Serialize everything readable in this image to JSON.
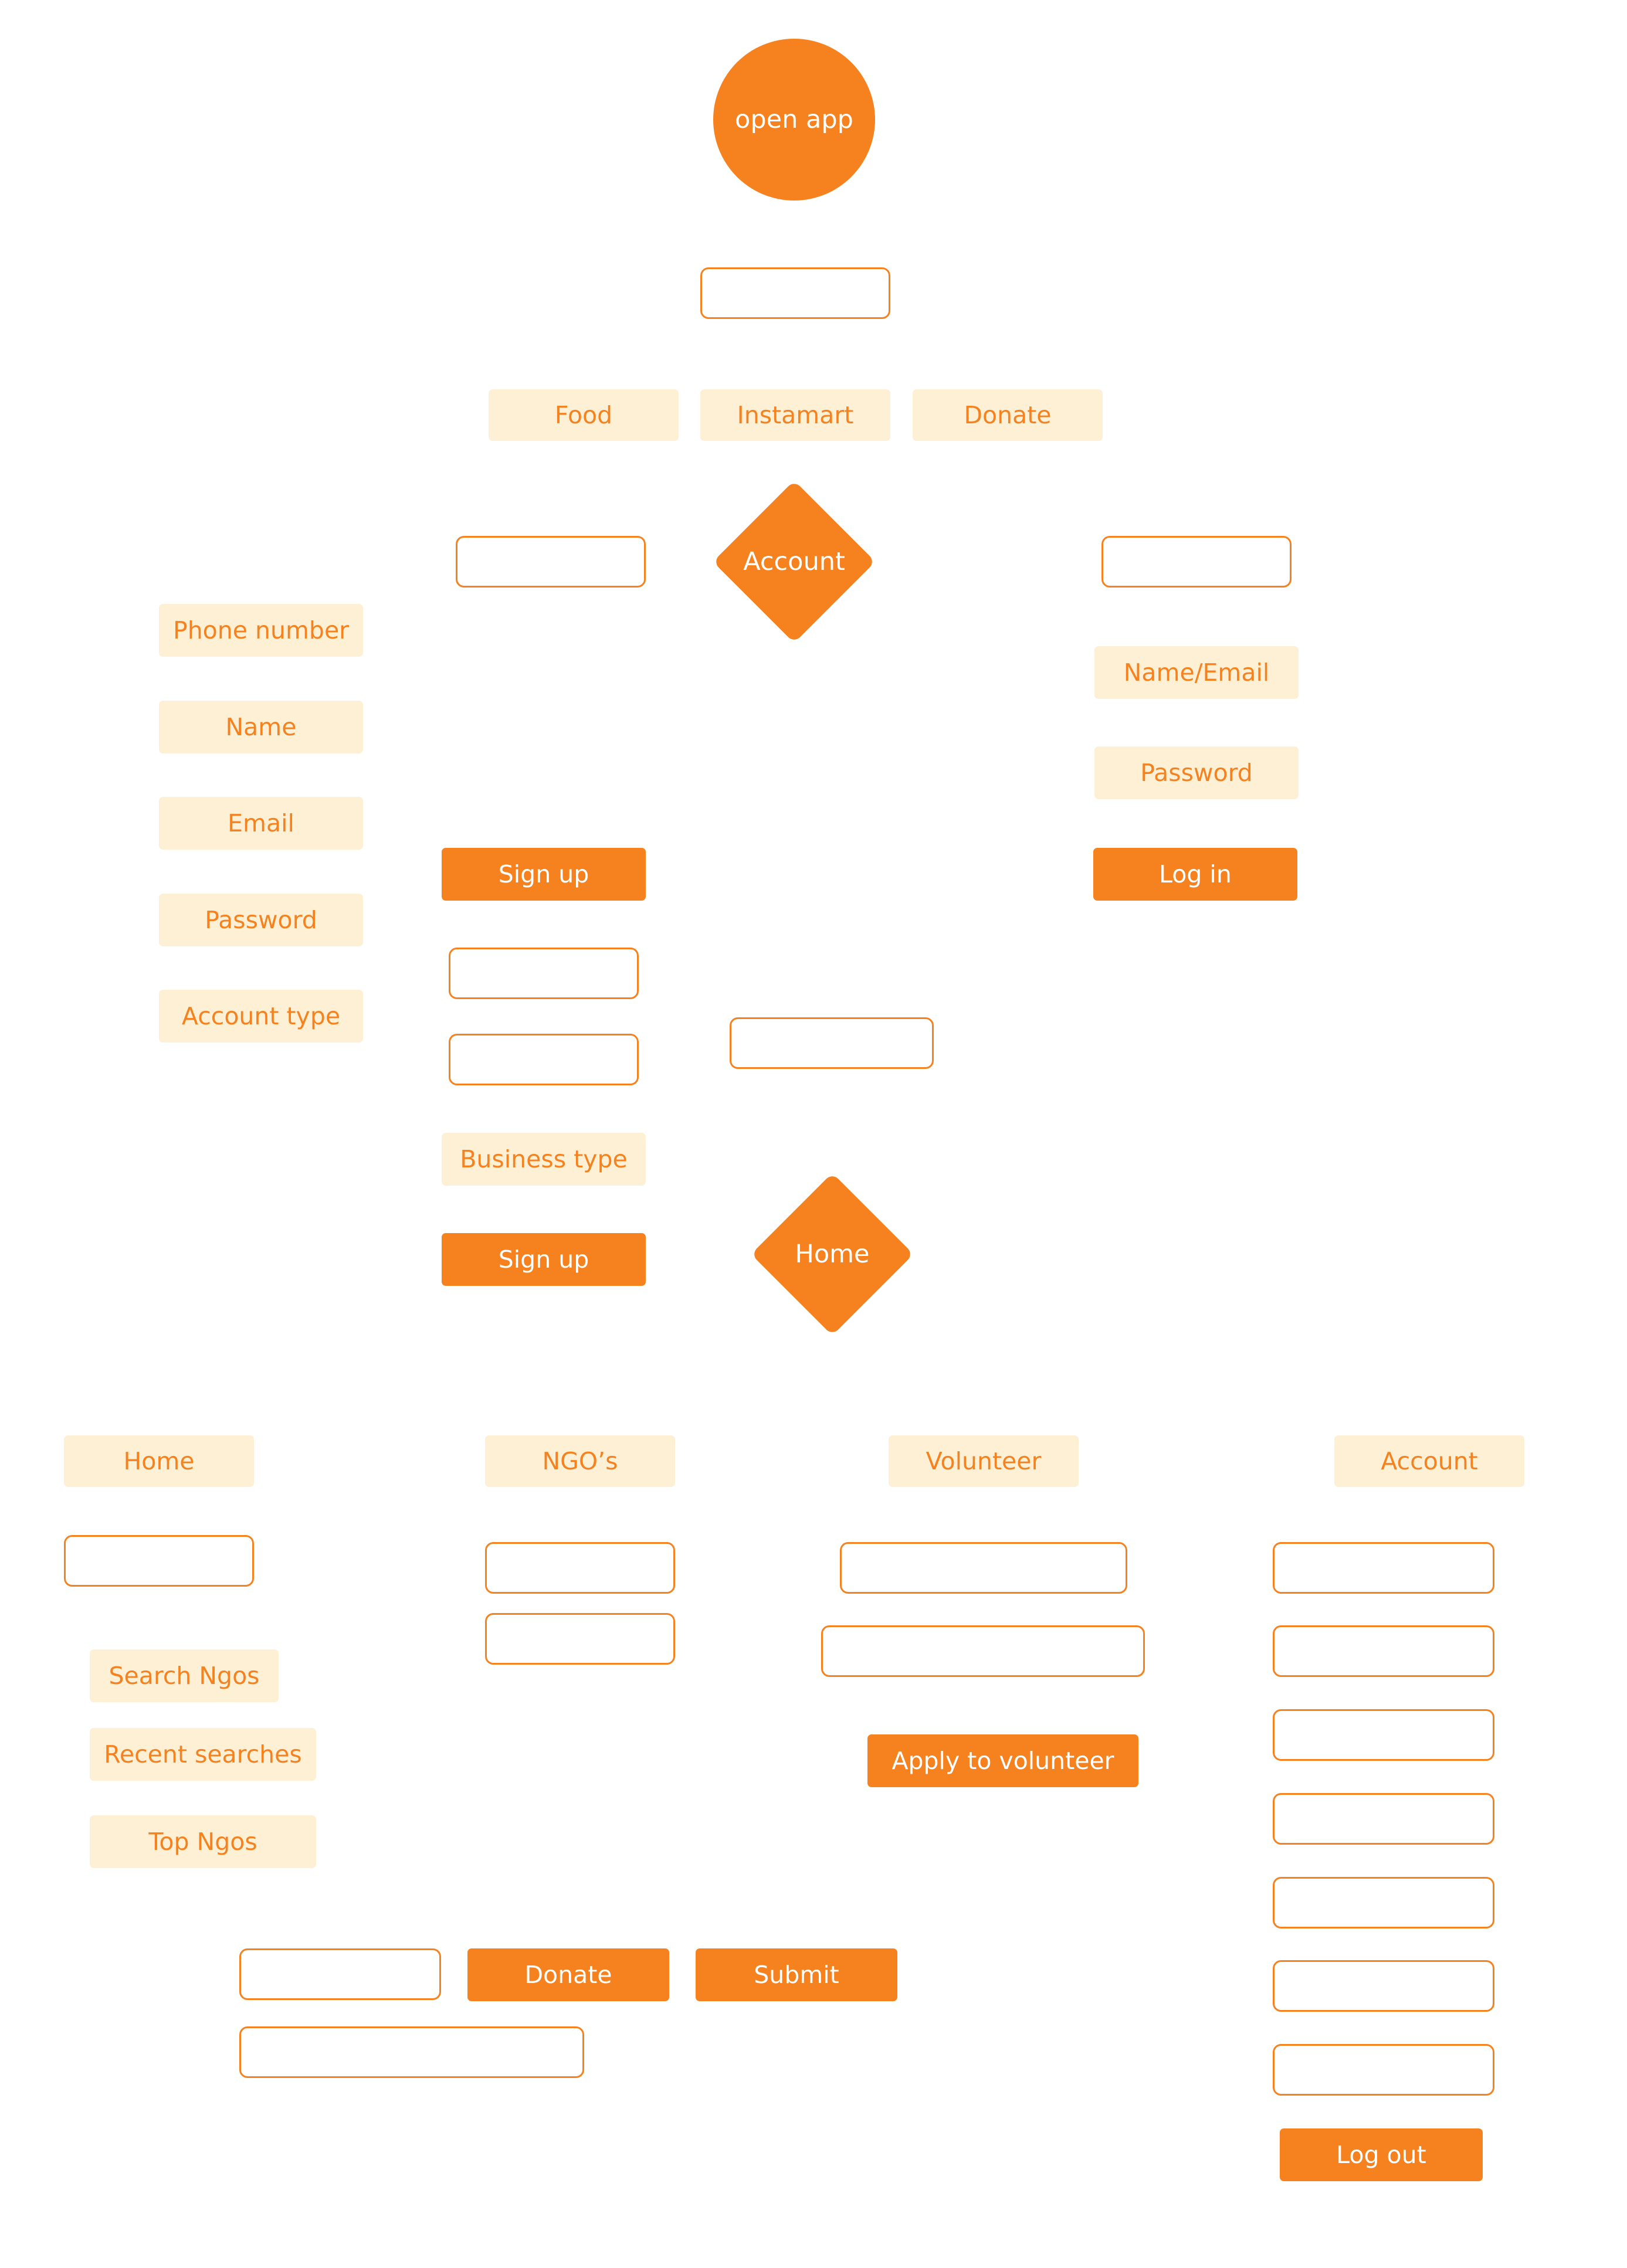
{
  "colors": {
    "accent": "#f5821f",
    "label_fill": "#fdf0d5",
    "background": "#ffffff"
  },
  "start": {
    "label": "open app"
  },
  "top_tabs": [
    "Food",
    "Instamart",
    "Donate"
  ],
  "account_decision": {
    "label": "Account"
  },
  "signup_fields": [
    "Phone number",
    "Name",
    "Email",
    "Password",
    "Account type"
  ],
  "signup_button": "Sign up",
  "business": {
    "label": "Business type",
    "button": "Sign up"
  },
  "login_fields": [
    "Name/Email",
    "Password"
  ],
  "login_button": "Log in",
  "home_decision": {
    "label": "Home"
  },
  "sections": {
    "home": {
      "title": "Home",
      "items": [
        "Search Ngos",
        "Recent searches",
        "Top Ngos"
      ]
    },
    "ngos": {
      "title": "NGO’s"
    },
    "volunteer": {
      "title": "Volunteer",
      "button": "Apply to volunteer"
    },
    "account": {
      "title": "Account",
      "button": "Log out"
    }
  },
  "donate_row": {
    "donate_button": "Donate",
    "submit_button": "Submit"
  }
}
